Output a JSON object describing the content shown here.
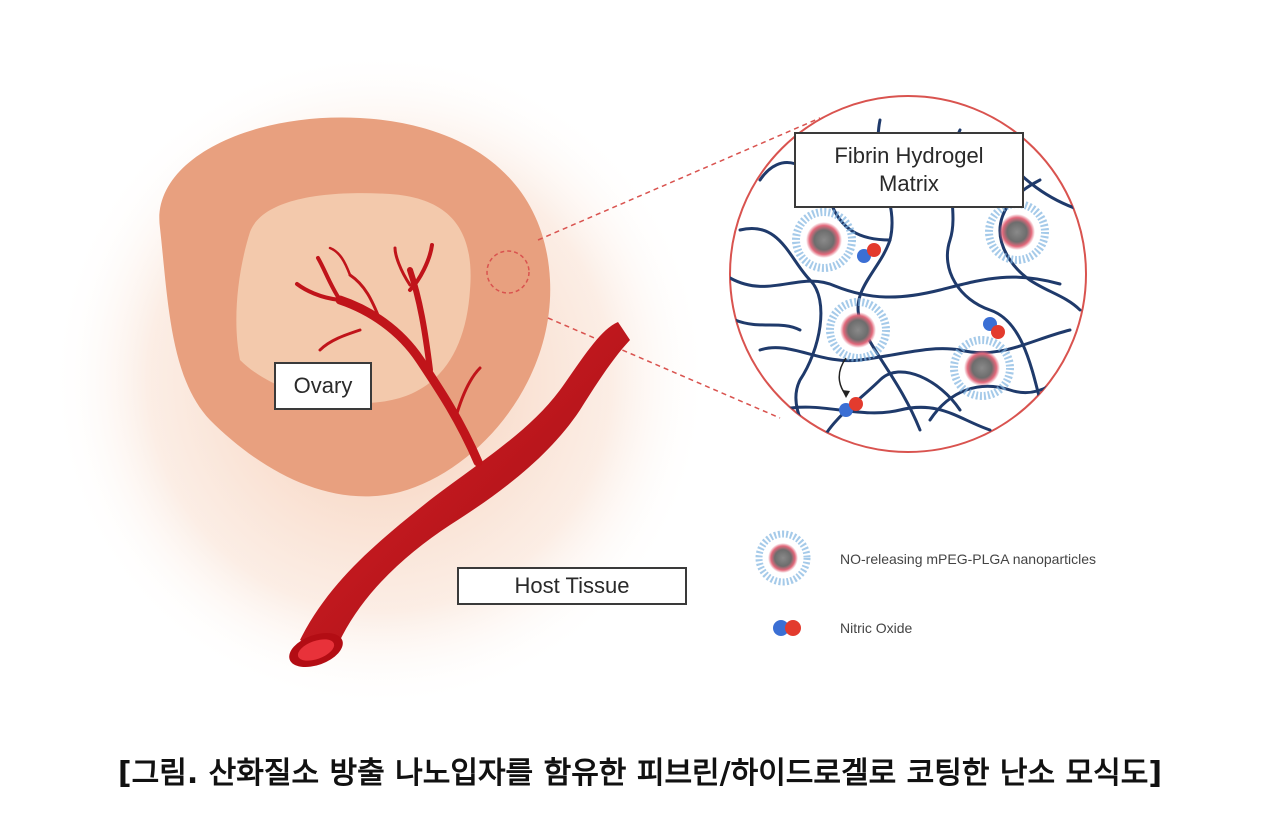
{
  "labels": {
    "ovary": "Ovary",
    "host_tissue": "Host Tissue",
    "matrix_line1": "Fibrin Hydrogel",
    "matrix_line2": "Matrix"
  },
  "legend": {
    "nanoparticles": "NO-releasing mPEG-PLGA nanoparticles",
    "nitric_oxide": "Nitric Oxide"
  },
  "caption": "[그림. 산화질소 방출 나노입자를 함유한 피브린/하이드로겔로 코팅한 난소 모식도]",
  "colors": {
    "ovary_outer": "#e8a07f",
    "ovary_inner": "#f3c9ac",
    "vessel": "#c0141a",
    "fiber": "#1f3a6b",
    "callout": "#d9534f",
    "no_blue": "#3b6fd4",
    "no_red": "#e33b2e"
  }
}
